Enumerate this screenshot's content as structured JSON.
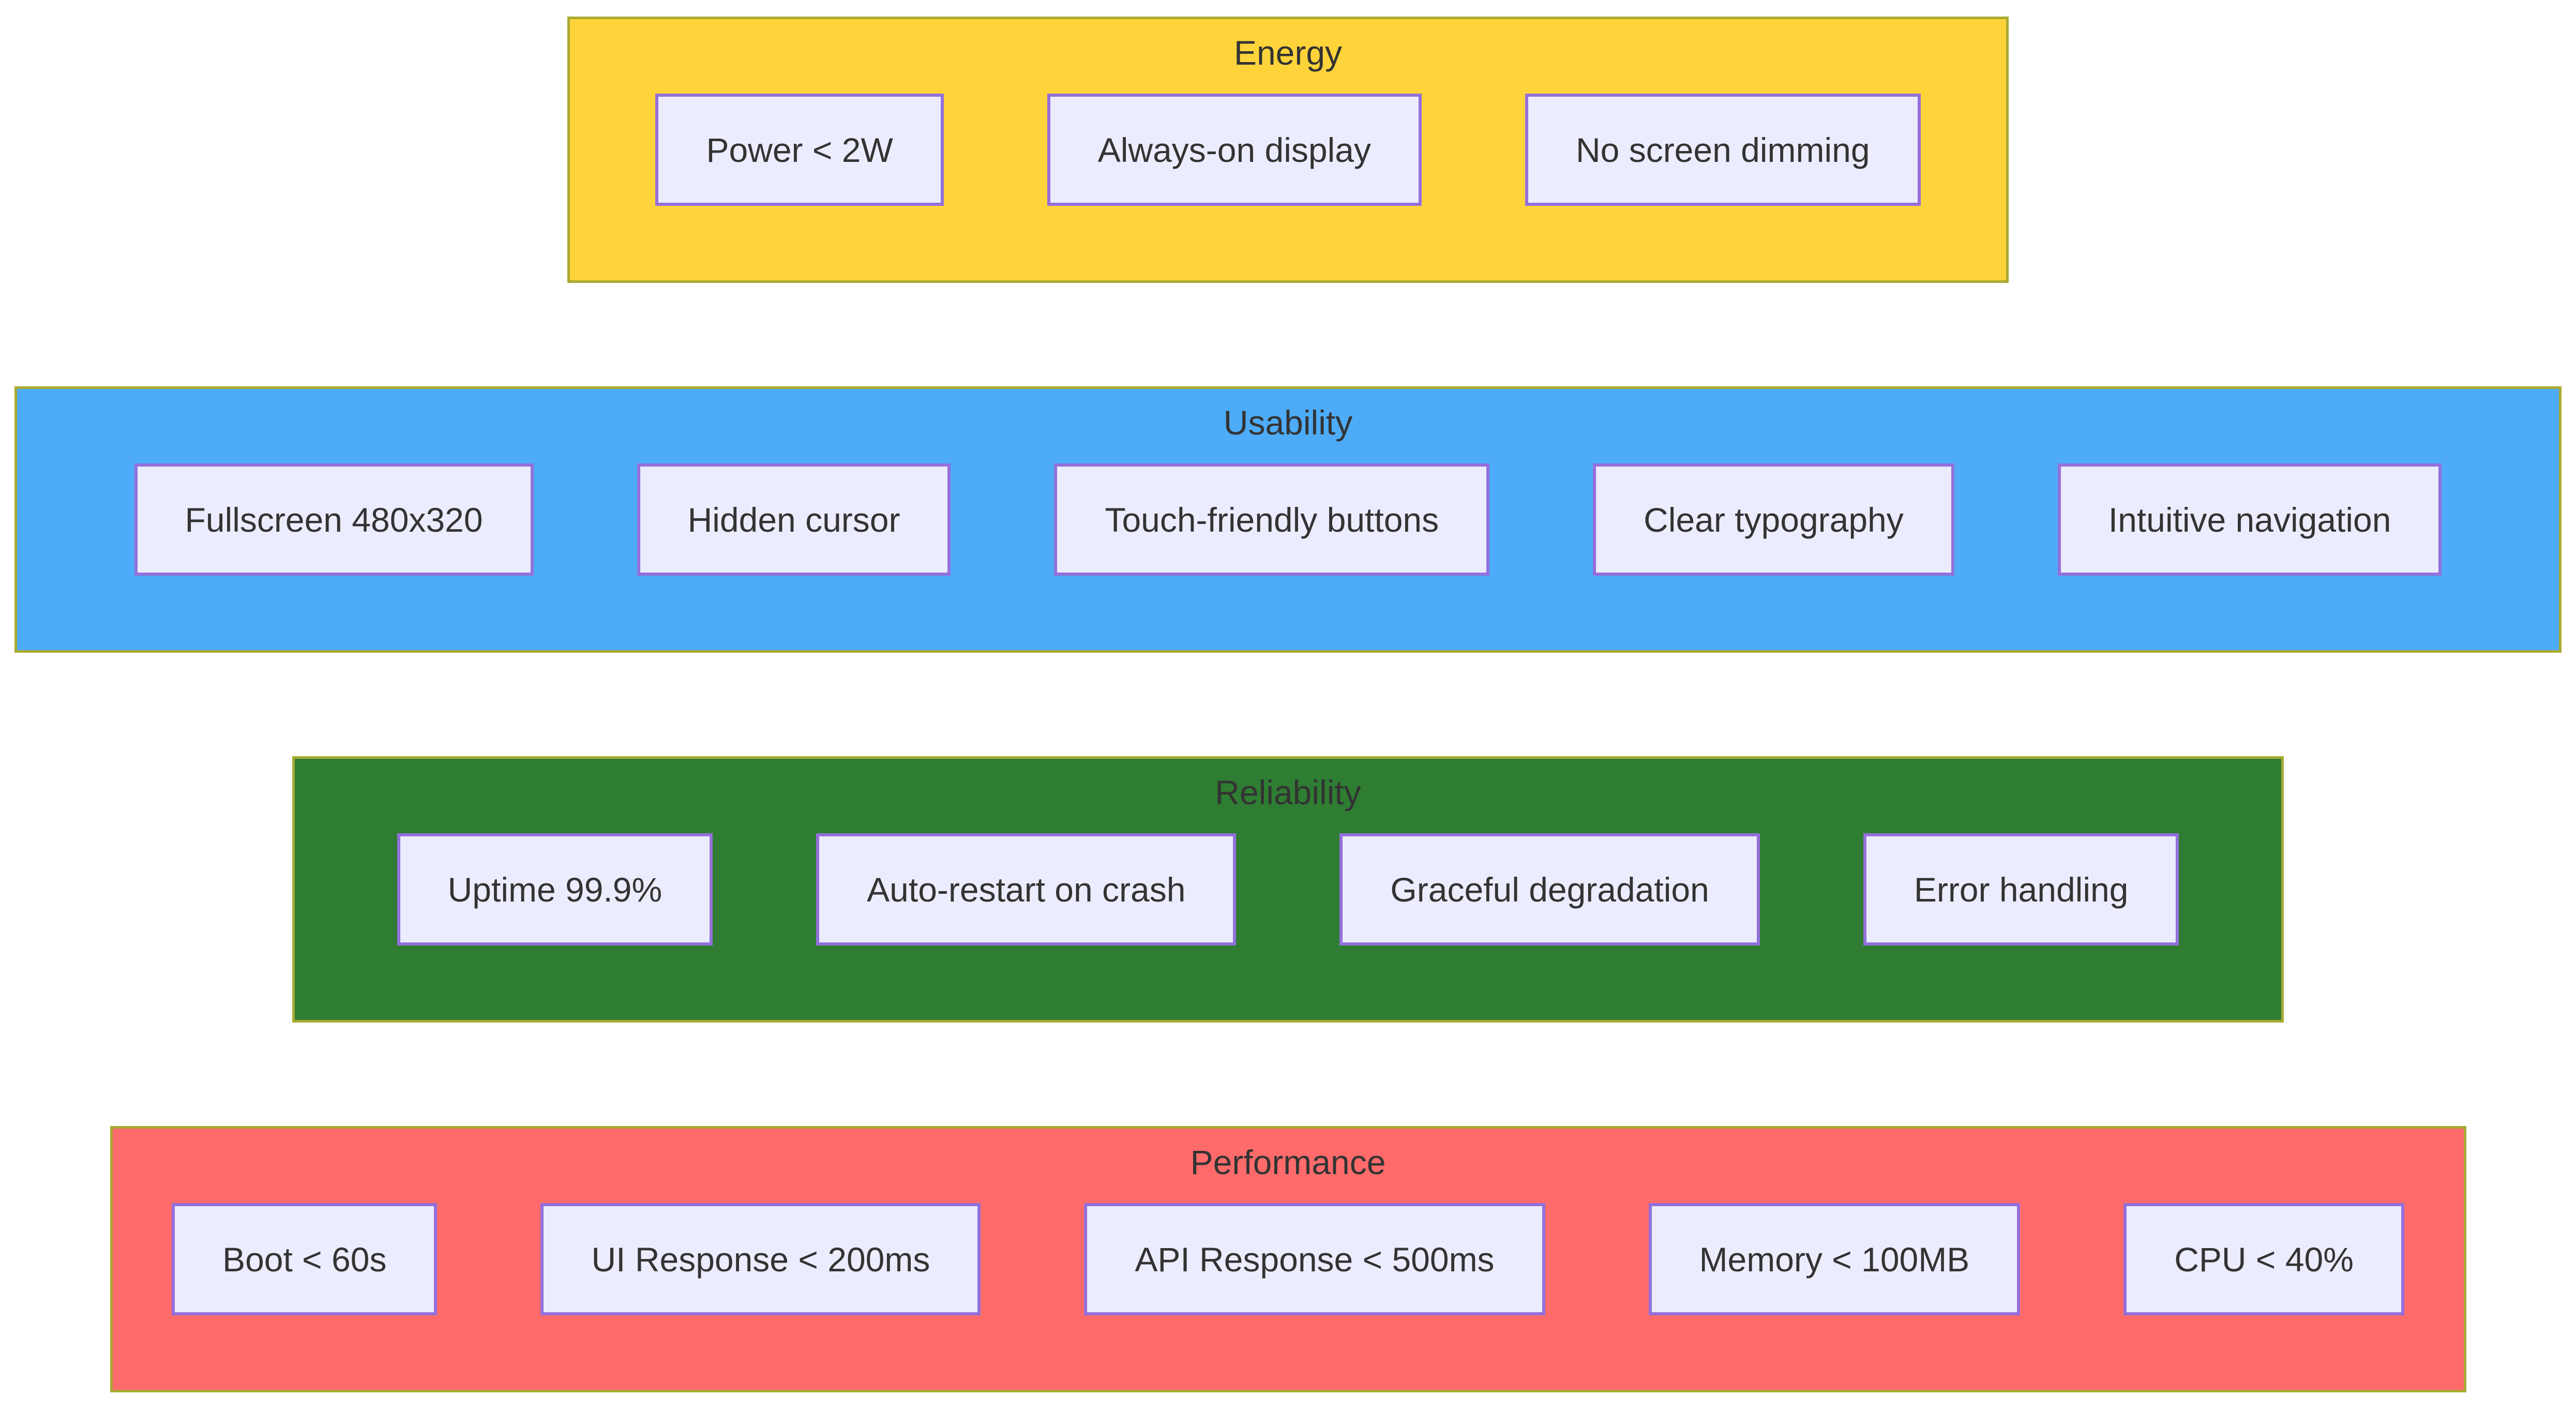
{
  "diagram": {
    "type": "grouped-flowchart",
    "colors": {
      "page_bg": "#FFFFFF",
      "group_border": "#AAAA33",
      "node_fill": "#ECECFF",
      "node_border": "#9370DB",
      "text": "#333333"
    },
    "groups": [
      {
        "name": "Energy",
        "fill": "#FFD43B",
        "items": [
          "Power < 2W",
          "Always-on display",
          "No screen dimming"
        ]
      },
      {
        "name": "Usability",
        "fill": "#4DABF7",
        "items": [
          "Fullscreen 480x320",
          "Hidden cursor",
          "Touch-friendly buttons",
          "Clear typography",
          "Intuitive navigation"
        ]
      },
      {
        "name": "Reliability",
        "fill": "#2E7D32",
        "items": [
          "Uptime 99.9%",
          "Auto-restart on crash",
          "Graceful degradation",
          "Error handling"
        ]
      },
      {
        "name": "Performance",
        "fill": "#FF6B6B",
        "items": [
          "Boot < 60s",
          "UI Response < 200ms",
          "API Response < 500ms",
          "Memory < 100MB",
          "CPU < 40%"
        ]
      }
    ]
  }
}
